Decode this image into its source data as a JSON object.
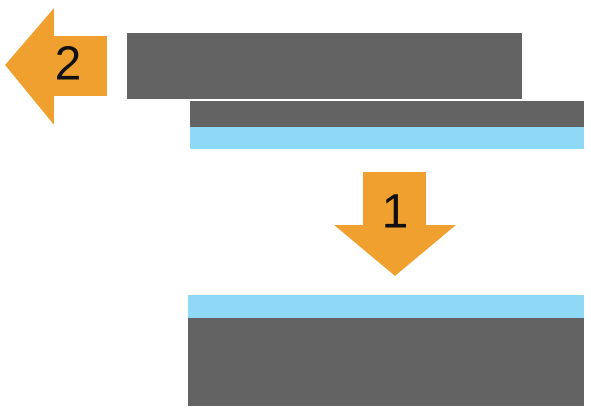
{
  "steps": [
    {
      "number": "1",
      "direction": "down"
    },
    {
      "number": "2",
      "direction": "left"
    }
  ],
  "colors": {
    "background": "#ffffff",
    "dark_layer": "#636363",
    "light_blue_layer": "#8fd9f7",
    "arrow": "#f0a02e",
    "label_text": "#111111"
  },
  "layers": {
    "upper_strip_top": "dark_layer",
    "upper_strip_bottom": "light_blue_layer",
    "lower_block_top": "light_blue_layer",
    "lower_block_bottom": "dark_layer",
    "sliding_bar": "dark_layer"
  },
  "icons": {
    "step_1": "arrow-down-icon",
    "step_2": "arrow-left-icon"
  }
}
